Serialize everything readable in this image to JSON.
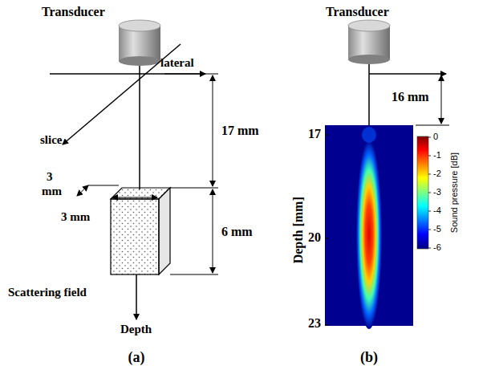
{
  "diagram": {
    "labels": [
      "Transducer",
      "lateral",
      "slice",
      "17 mm",
      "3",
      "mm",
      "3 mm",
      "6 mm",
      "Scattering field",
      "Depth",
      "(a)",
      "Transducer",
      "16 mm",
      "17",
      "20",
      "23",
      "Depth [mm]",
      "0",
      "-1",
      "-2",
      "-3",
      "-4",
      "-5",
      "-6",
      "Sound pressure [dB]",
      "(b)"
    ]
  }
}
